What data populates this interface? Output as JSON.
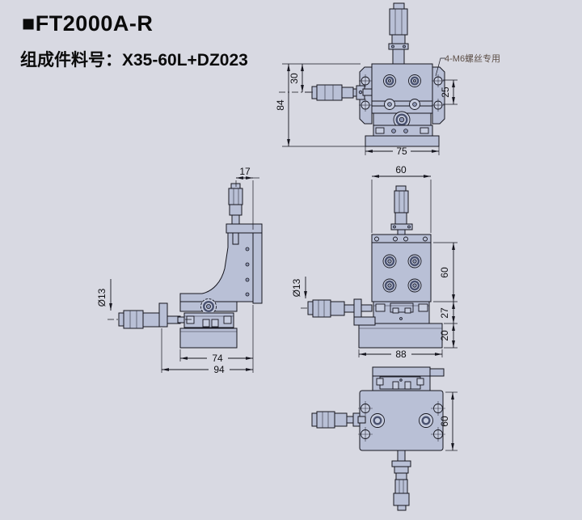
{
  "page": {
    "title": "■FT2000A-R",
    "subtitle": "组成件料号：X35-60L+DZ023"
  },
  "colors": {
    "background": "#d8d9e2",
    "part_fill": "#b9c0d6",
    "part_fill_light": "#c7cddf",
    "line": "#16161f",
    "dim_text": "#101014",
    "note_text": "#5d4f47"
  },
  "views": {
    "front": {
      "dim_84": "84",
      "dim_30": "30",
      "dim_75": "75",
      "dim_25": "25",
      "note_m6": "4-M6螺丝专用"
    },
    "side": {
      "dim_17": "17",
      "dim_dia": "Ø13",
      "dim_74": "74",
      "dim_94": "94"
    },
    "elevation": {
      "dim_60_top": "60",
      "dim_dia": "Ø13",
      "dim_60_right": "60",
      "dim_27": "27",
      "dim_20": "20",
      "dim_88": "88"
    },
    "plan": {
      "dim_60": "60"
    }
  }
}
